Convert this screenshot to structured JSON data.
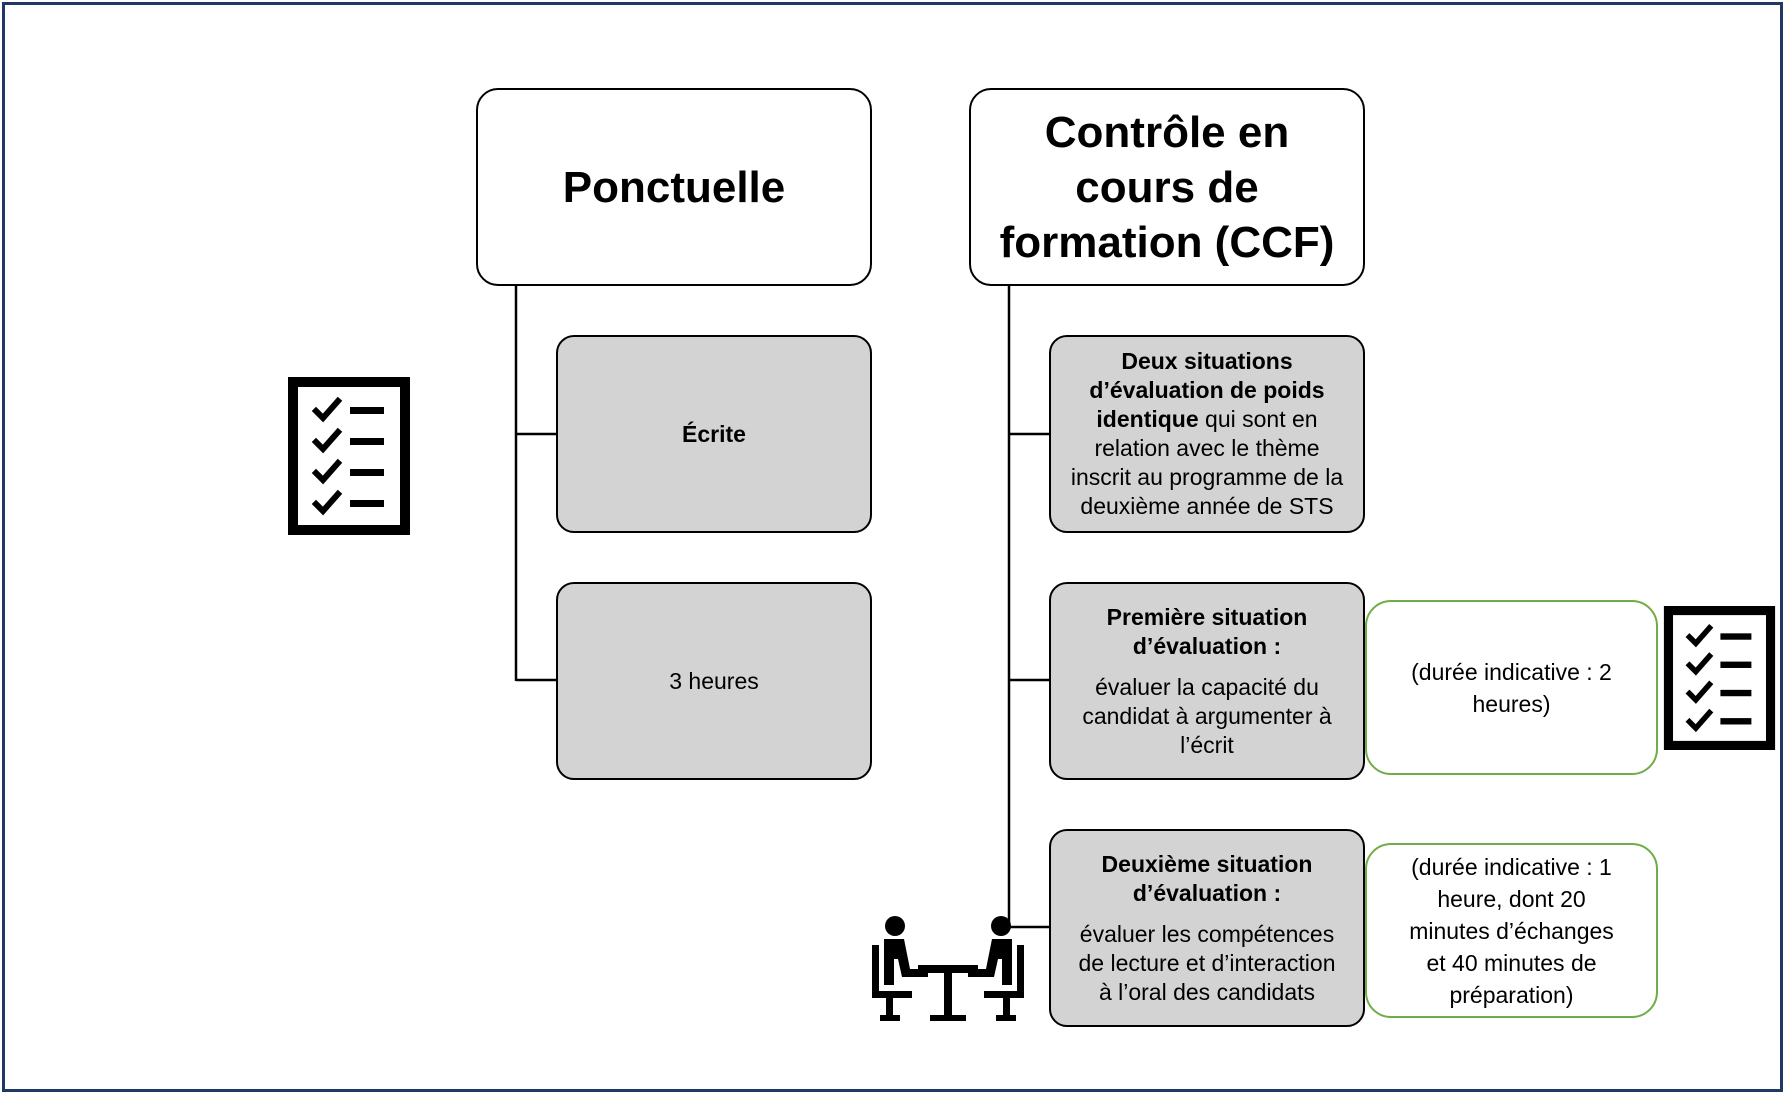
{
  "colors": {
    "frame_border": "#1f3864",
    "grey_fill": "#d3d3d3",
    "green_border": "#70ad47",
    "outline": "#000000"
  },
  "icons": {
    "checklist": "checklist-icon",
    "interview": "interview-table-icon"
  },
  "ponctuelle": {
    "title": "Ponctuelle",
    "mode": "Écrite",
    "duration": "3 heures"
  },
  "ccf": {
    "title_line1": "Contrôle en",
    "title_line2": "cours de",
    "title_line3": "formation (CCF)",
    "situations": {
      "bold_line1": "Deux situations",
      "bold_line2": "d’évaluation de poids",
      "bold_part3": "identique",
      "normal_part3": " qui sont en",
      "line4": "relation avec le thème",
      "line5": "inscrit au programme de la",
      "line6": "deuxième année de STS"
    },
    "first": {
      "title_line1": "Première situation",
      "title_line2": "d’évaluation :",
      "desc_line1": "évaluer la capacité du",
      "desc_line2": "candidat à argumenter à",
      "desc_line3": "l’écrit",
      "duration_line1": "(durée indicative : 2",
      "duration_line2": "heures)"
    },
    "second": {
      "title_line1": "Deuxième situation",
      "title_line2": "d’évaluation :",
      "desc_line1": "évaluer les compétences",
      "desc_line2": "de lecture et d’interaction",
      "desc_line3": "à l’oral des candidats",
      "duration_line1": "(durée indicative : 1",
      "duration_line2": "heure, dont 20",
      "duration_line3": "minutes d’échanges",
      "duration_line4": "et 40 minutes de",
      "duration_line5": "préparation)"
    }
  }
}
